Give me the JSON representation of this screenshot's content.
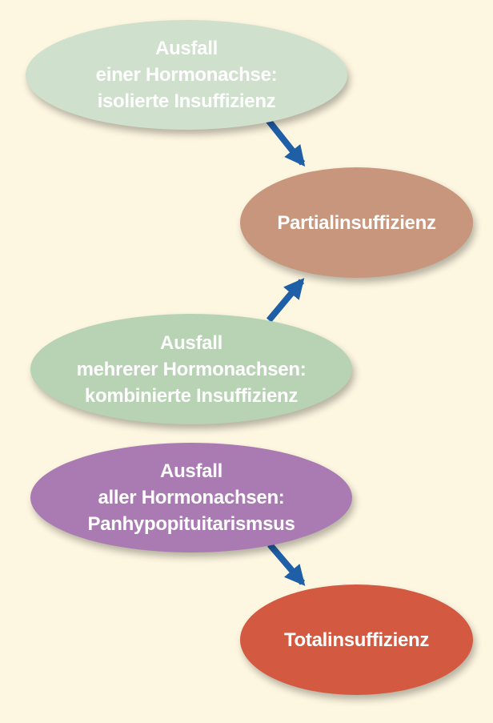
{
  "colors": {
    "background": "#fdf6e0",
    "arrow": "#1f5fa8",
    "green_light": "#cfe0cc",
    "green_mid": "#b7d3b3",
    "tan": "#c8967c",
    "purple": "#a97bb2",
    "red": "#d35a40",
    "text": "#ffffff"
  },
  "nodes": [
    {
      "id": "isolated",
      "lines": [
        "Ausfall",
        "einer Hormonachse:",
        "isolierte Insuffizienz"
      ],
      "color": "#cfe0cc"
    },
    {
      "id": "partial",
      "lines": [
        "Partialinsuffizienz"
      ],
      "color": "#c8967c"
    },
    {
      "id": "combined",
      "lines": [
        "Ausfall",
        "mehrerer Hormonachsen:",
        "kombinierte Insuffizienz"
      ],
      "color": "#b7d3b3"
    },
    {
      "id": "panhypo",
      "lines": [
        "Ausfall",
        "aller Hormonachsen:",
        "Panhypopituitarismsus"
      ],
      "color": "#a97bb2"
    },
    {
      "id": "total",
      "lines": [
        "Totalinsuffizienz"
      ],
      "color": "#d35a40"
    }
  ],
  "edges": [
    {
      "from": "isolated",
      "to": "partial"
    },
    {
      "from": "combined",
      "to": "partial"
    },
    {
      "from": "panhypo",
      "to": "total"
    }
  ]
}
